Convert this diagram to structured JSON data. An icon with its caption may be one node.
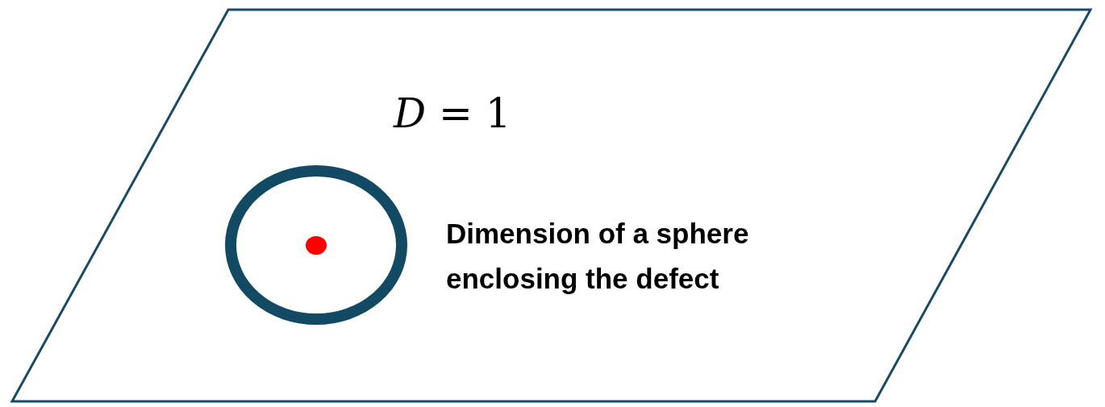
{
  "diagram": {
    "nodes": [
      {
        "text": [
          "*D* = 1"
        ]
      },
      {
        "text": [],
        "shape": "circle",
        "in": 0,
        "beside": [
          "Dimension of a sphere enclosing the defect"
        ]
      },
      {
        "text": [],
        "shape": "circle",
        "in": 1
      }
    ]
  }
}
